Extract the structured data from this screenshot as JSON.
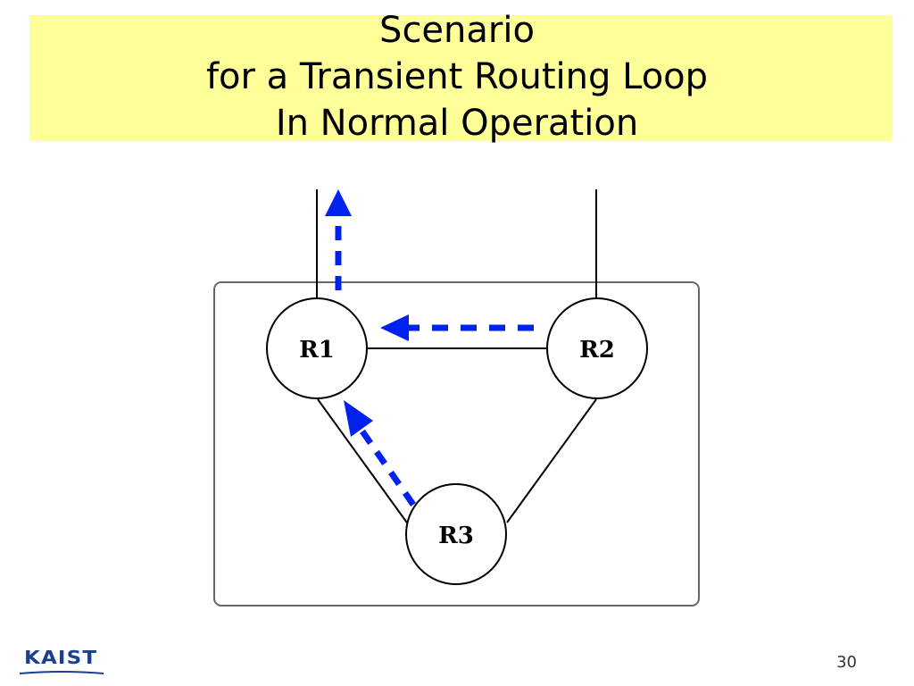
{
  "slide": {
    "title_lines": [
      "Scenario",
      "for a Transient Routing Loop",
      "In Normal Operation"
    ],
    "page_number": "30",
    "logo_text": "KAIST"
  },
  "diagram": {
    "nodes": [
      {
        "id": "r1",
        "label": "R1"
      },
      {
        "id": "r2",
        "label": "R2"
      },
      {
        "id": "r3",
        "label": "R3"
      }
    ],
    "links": [
      [
        "r1",
        "r2"
      ],
      [
        "r1",
        "r3"
      ],
      [
        "r2",
        "r3"
      ]
    ],
    "forwarding_paths": [
      {
        "from": "r2",
        "to": "r1",
        "style": "dashed",
        "color": "#0022ee"
      },
      {
        "from": "r3",
        "to": "r1",
        "style": "dashed",
        "color": "#0022ee"
      },
      {
        "from": "r1",
        "to": "external-up",
        "style": "dashed",
        "color": "#0022ee"
      }
    ],
    "colors": {
      "arrow": "#0022ee",
      "title_band": "#ffff99",
      "logo": "#1a3f8f"
    }
  }
}
